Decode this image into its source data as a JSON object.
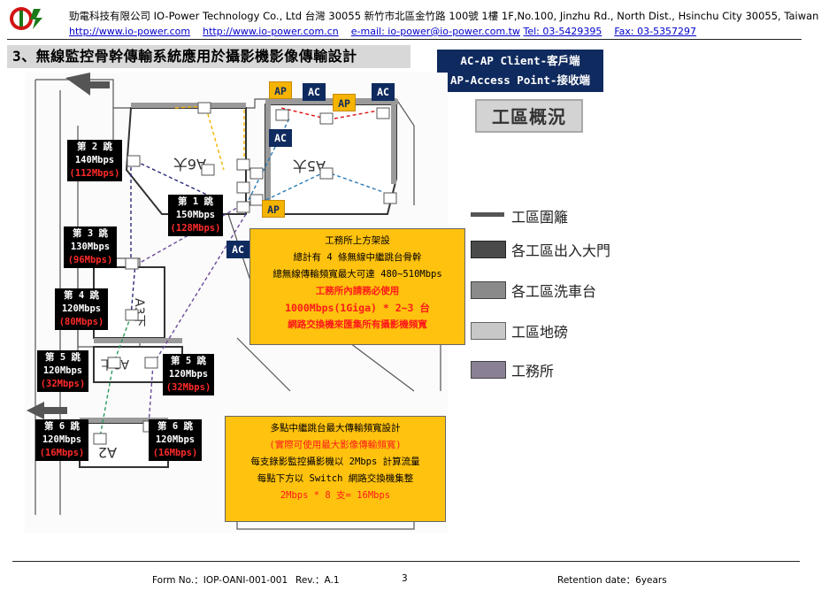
{
  "header": {
    "company_line": "勁電科技有限公司 IO-Power Technology Co., Ltd     台灣 30055 新竹市北區金竹路 100號 1樓  1F,No.100, Jinzhu Rd., North Dist., Hsinchu City 30055, Taiwan",
    "url1": "http://www.io-power.com",
    "url2": "http://www.io-power.com.cn",
    "email": "e-mail: io-power@io-power.com.tw",
    "tel": "Tel: 03-5429395",
    "fax": "Fax: 03-5357297"
  },
  "title": "3、無線監控骨幹傳輸系統應用於攝影機影像傳輸設計",
  "legend_top": {
    "line1": "AC-AP Client-客戶端",
    "line2": "AP-Access Point-接收端"
  },
  "plan": {
    "buildings": [
      "A6大",
      "A5大",
      "A3下",
      "A3上",
      "A2"
    ],
    "tags": {
      "ap": "AP",
      "ac": "AC"
    },
    "hops": [
      {
        "name": "第 2 跳",
        "speed": "140Mbps",
        "actual": "(112Mbps)"
      },
      {
        "name": "第 1 跳",
        "speed": "150Mbps",
        "actual": "(128Mbps)"
      },
      {
        "name": "第 3 跳",
        "speed": "130Mbps",
        "actual": "(96Mbps)"
      },
      {
        "name": "第 4 跳",
        "speed": "120Mbps",
        "actual": "(80Mbps)"
      },
      {
        "name": "第 5 跳",
        "speed": "120Mbps",
        "actual": "(32Mbps)"
      },
      {
        "name": "第 5 跳",
        "speed": "120Mbps",
        "actual": "(32Mbps)"
      },
      {
        "name": "第 6 跳",
        "speed": "120Mbps",
        "actual": "(16Mbps)"
      },
      {
        "name": "第 6 跳",
        "speed": "120Mbps",
        "actual": "(16Mbps)"
      }
    ]
  },
  "note1": {
    "l1": "工務所上方架設",
    "l2": "總計有 4 條無線中繼跳台骨幹",
    "l3": "總無線傳輸頻寬最大可達 480~510Mbps",
    "l4": "工務所內請務必使用",
    "l5": "1000Mbps(1Giga) * 2~3 台",
    "l6": "網路交換機來匯集所有攝影機頻寬"
  },
  "note2": {
    "l1": "多點中繼跳台最大傳輸頻寬設計",
    "l2": "(實際可使用最大影像傳輸頻寬)",
    "l3": "每支錄影監控攝影機以 2Mbps 計算流量",
    "l4": "每點下方以 Switch 網路交換機集整",
    "l5": "2Mbps * 8 支= 16Mbps"
  },
  "legend": {
    "title": "工區概況",
    "items": [
      {
        "label": "工區圍籬",
        "color": "#555555"
      },
      {
        "label": "各工區出入大門",
        "color": "#4a4a4a"
      },
      {
        "label": "各工區洗車台",
        "color": "#8a8a8a"
      },
      {
        "label": "工區地磅",
        "color": "#c8c8c8"
      },
      {
        "label": "工務所",
        "color": "#8a8095"
      }
    ]
  },
  "footer": {
    "form": "Form No.：IOP-OANI-001-001",
    "rev": "Rev.：A.1",
    "page": "3",
    "retention": "Retention date：6years"
  }
}
